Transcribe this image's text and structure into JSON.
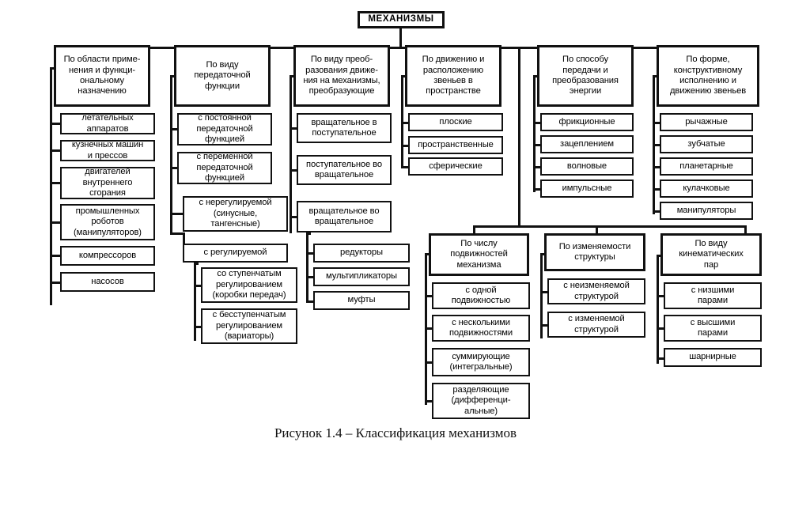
{
  "figure": {
    "caption": "Рисунок 1.4 – Классификация механизмов",
    "root_label": "МЕХАНИЗМЫ"
  },
  "colors": {
    "ink": "#111111",
    "paper": "#ffffff"
  },
  "columns": [
    {
      "id": "application",
      "head": "По области приме-\nнения и функци-\nональному\nназначению",
      "children": [
        "летательных\nаппаратов",
        "кузнечных машин\nи прессов",
        "двигателей\nвнутреннего\nсгорания",
        "промышленных\nроботов\n(манипуляторов)",
        "компрессоров",
        "насосов"
      ]
    },
    {
      "id": "transfer-function",
      "head": "По виду\nпередаточной\nфункции",
      "children": [
        "с постоянной\nпередаточной\nфункцией",
        "с переменной\nпередаточной\nфункцией",
        "с нерегулируемой\n(синусные,\nтангенсные)",
        "с регулируемой"
      ],
      "subgroup": {
        "parent": "с регулируемой",
        "children": [
          "со ступенчатым\nрегулированием\n(коробки передач)",
          "с бесступенчатым\nрегулированием\n(вариаторы)"
        ]
      }
    },
    {
      "id": "motion-conversion",
      "head": "По виду преоб-\nразования движе-\nния на механизмы,\nпреобразующие",
      "children": [
        "вращательное в\nпоступательное",
        "поступательное во\nвращательное",
        "вращательное во\nвращательное"
      ],
      "subgroup": {
        "parent": "вращательное во вращательное",
        "children": [
          "редукторы",
          "мультипликаторы",
          "муфты"
        ]
      }
    },
    {
      "id": "link-motion-space",
      "head": "По движению и\nрасположению\nзвеньев в\nпространстве",
      "children": [
        "плоские",
        "пространственные",
        "сферические"
      ]
    },
    {
      "id": "energy-transfer",
      "head": "По способу\nпередачи и\nпреобразования\nэнергии",
      "children": [
        "фрикционные",
        "зацеплением",
        "волновые",
        "импульсные"
      ]
    },
    {
      "id": "form-construction",
      "head": "По форме,\nконструктивному\nисполнению и\nдвижению звеньев",
      "children": [
        "рычажные",
        "зубчатые",
        "планетарные",
        "кулачковые",
        "манипуляторы"
      ]
    },
    {
      "id": "mobility-count",
      "head": "По числу\nподвижностей\nмеханизма",
      "children": [
        "с одной\nподвижностью",
        "с несколькими\nподвижностями",
        "суммирующие\n(интегральные)",
        "разделяющие\n(дифференци-\nальные)"
      ]
    },
    {
      "id": "structure-variability",
      "head": "По изменяемости\nструктуры",
      "children": [
        "с неизменяемой\nструктурой",
        "с изменяемой\nструктурой"
      ]
    },
    {
      "id": "kinematic-pairs",
      "head": "По виду\nкинематических\nпар",
      "children": [
        "с низшими\nпарами",
        "с высшими\nпарами",
        "шарнирные"
      ]
    }
  ]
}
